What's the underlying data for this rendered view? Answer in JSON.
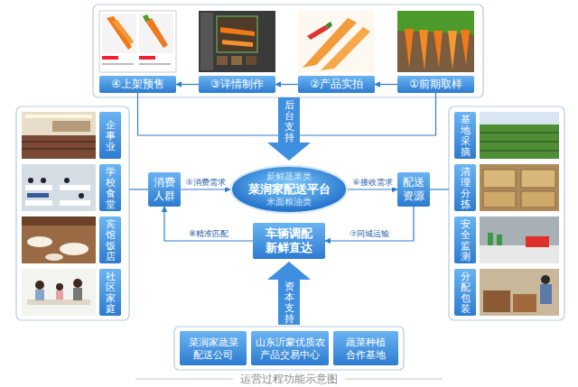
{
  "diagram": {
    "caption": "运营过程功能示意图",
    "nodes": [
      {
        "text": [
          "④上架预售"
        ]
      },
      {
        "text": [
          "③详情制作"
        ]
      },
      {
        "text": [
          "②产品实拍"
        ]
      },
      {
        "text": [
          "①前期取样"
        ]
      },
      {
        "text": [
          "后台支持"
        ]
      },
      {
        "text": [
          "企事业"
        ]
      },
      {
        "text": [
          "学校食堂"
        ]
      },
      {
        "text": [
          "宾馆饭店"
        ]
      },
      {
        "text": [
          "社区家庭"
        ]
      },
      {
        "text": [
          "消费人群"
        ]
      },
      {
        "text": [
          "新鲜蔬果类",
          "菜润家配送平台",
          "米面粮油类"
        ]
      },
      {
        "text": [
          "配送资源"
        ]
      },
      {
        "text": [
          "基地采摘"
        ]
      },
      {
        "text": [
          "清理分拣"
        ]
      },
      {
        "text": [
          "安全监测"
        ]
      },
      {
        "text": [
          "分配包装"
        ]
      },
      {
        "text": [
          "车辆调配 新鲜直达"
        ]
      },
      {
        "text": [
          "资本支持"
        ]
      },
      {
        "text": [
          "菜润家蔬菜配送公司"
        ]
      },
      {
        "text": [
          "山东沂蒙优质农产品交易中心"
        ]
      },
      {
        "text": [
          "蔬菜种植合作基地"
        ]
      }
    ],
    "edges": [
      {
        "from": 3,
        "to": 2,
        "arrow": "to"
      },
      {
        "from": 2,
        "to": 1,
        "arrow": "to"
      },
      {
        "from": 1,
        "to": 0,
        "arrow": "to"
      },
      {
        "from": 0,
        "to": 4,
        "arrow": "none"
      },
      {
        "from": 3,
        "to": 4,
        "arrow": "none"
      },
      {
        "from": 9,
        "to": 10,
        "label": "⑤消费需求",
        "arrow": "to"
      },
      {
        "from": 10,
        "to": 11,
        "label": "⑥接收需求",
        "arrow": "to"
      },
      {
        "from": 11,
        "to": 16,
        "label": "⑦同城运输",
        "arrow": "to"
      },
      {
        "from": 16,
        "to": 9,
        "label": "⑧精准匹配",
        "arrow": "to"
      }
    ]
  }
}
